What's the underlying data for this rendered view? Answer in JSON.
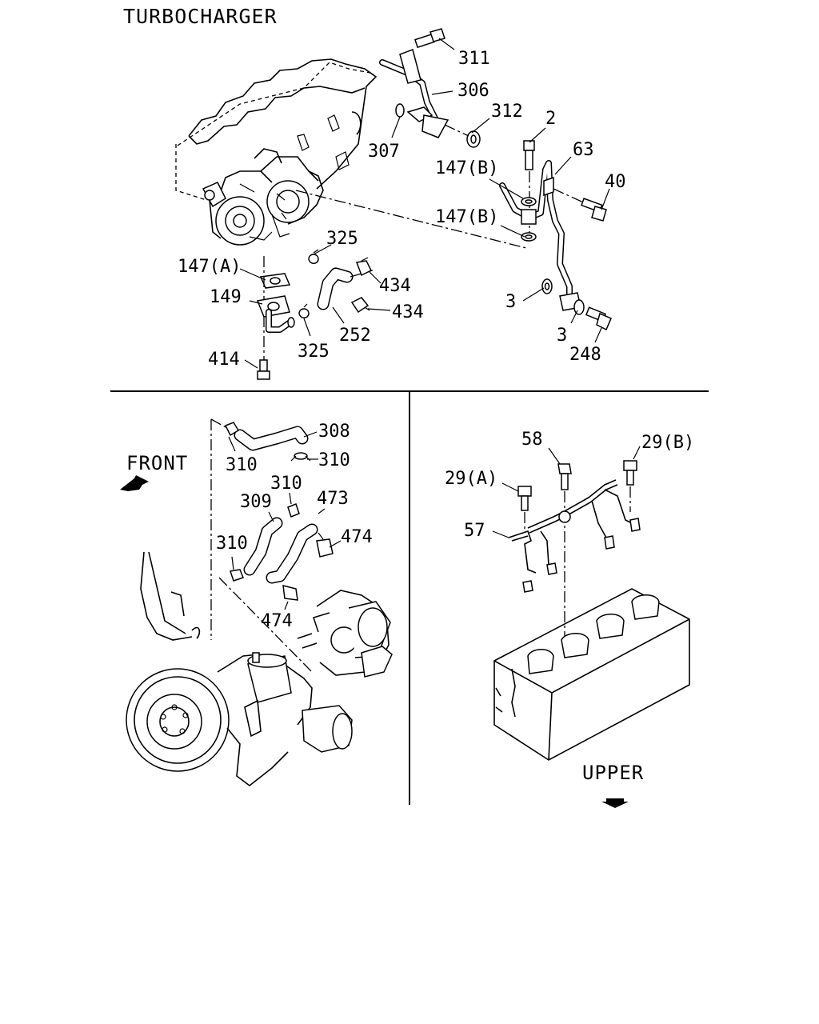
{
  "title": "TURBOCHARGER",
  "orientation": {
    "front": "FRONT",
    "upper": "UPPER"
  },
  "callouts": {
    "c311": "311",
    "c306": "306",
    "c312": "312",
    "c307": "307",
    "c2": "2",
    "c63": "63",
    "c147b_1": "147(B)",
    "c40": "40",
    "c147b_2": "147(B)",
    "c325_1": "325",
    "c147a": "147(A)",
    "c434_1": "434",
    "c149": "149",
    "c434_2": "434",
    "c3_1": "3",
    "c252": "252",
    "c3_2": "3",
    "c325_2": "325",
    "c248": "248",
    "c414": "414",
    "c308": "308",
    "c310_1": "310",
    "c310_2": "310",
    "c310_3": "310",
    "c309": "309",
    "c473": "473",
    "c474_1": "474",
    "c310_4": "310",
    "c474_2": "474",
    "c58": "58",
    "c29b": "29(B)",
    "c29a": "29(A)",
    "c57": "57"
  }
}
